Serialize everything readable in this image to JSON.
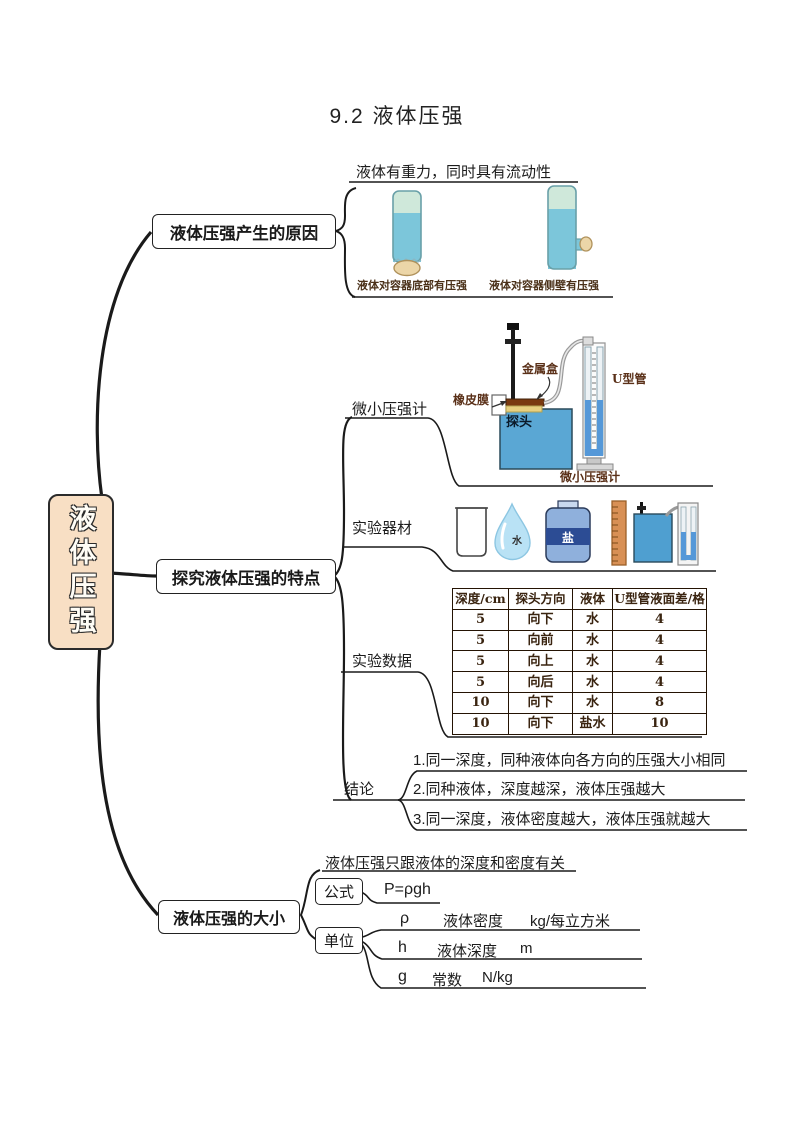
{
  "title": "9.2 液体压强",
  "root": {
    "label": "液体压强"
  },
  "branches": {
    "cause": {
      "label": "液体压强产生的原因",
      "note": "液体有重力，同时具有流动性",
      "caption_bottom": "液体对容器底部有压强",
      "caption_side": "液体对容器侧壁有压强"
    },
    "explore": {
      "label": "探究液体压强的特点",
      "gauge": {
        "label": "微小压强计",
        "metal_box": "金属盒",
        "rubber_membrane": "橡皮膜",
        "probe": "探头",
        "u_tube": "U型管",
        "caption": "微小压强计"
      },
      "equipment": {
        "label": "实验器材",
        "water": "水",
        "salt": "盐"
      },
      "data": {
        "label": "实验数据",
        "table": {
          "headers": [
            "深度/cm",
            "探头方向",
            "液体",
            "U型管液面差/格"
          ],
          "rows": [
            [
              "5",
              "向下",
              "水",
              "4"
            ],
            [
              "5",
              "向前",
              "水",
              "4"
            ],
            [
              "5",
              "向上",
              "水",
              "4"
            ],
            [
              "5",
              "向后",
              "水",
              "4"
            ],
            [
              "10",
              "向下",
              "水",
              "8"
            ],
            [
              "10",
              "向下",
              "盐水",
              "10"
            ]
          ]
        }
      },
      "conclusion": {
        "label": "结论",
        "items": [
          "1.同一深度，同种液体向各方向的压强大小相同",
          "2.同种液体，深度越深，液体压强越大",
          "3.同一深度，液体密度越大，液体压强就越大"
        ]
      }
    },
    "magnitude": {
      "label": "液体压强的大小",
      "note": "液体压强只跟液体的深度和密度有关",
      "formula_label": "公式",
      "formula_value": "P=ρgh",
      "unit_label": "单位",
      "unit_rows": [
        {
          "symbol": "ρ",
          "meaning": "液体密度",
          "unit": "kg/每立方米"
        },
        {
          "symbol": "h",
          "meaning": "液体深度",
          "unit": "m"
        },
        {
          "symbol": "g",
          "meaning": "常数",
          "unit": "N/kg"
        }
      ]
    }
  },
  "colors": {
    "root_bg": "#F8DFC4",
    "tank_blue": "#5AA7D4",
    "tube_liquid": "#7CC6DA",
    "tube_empty": "#CFE8DA",
    "membrane_tan": "#ECD6A8",
    "metal_box_brown": "#7A3A10",
    "utube_liquid": "#5598D8",
    "drop_blue": "#B9E2F5",
    "salt_bag_blue": "#8FB0DC",
    "salt_band_blue": "#2C4C94",
    "ruler_orange": "#D89055",
    "table_ink": "#3A2410"
  }
}
